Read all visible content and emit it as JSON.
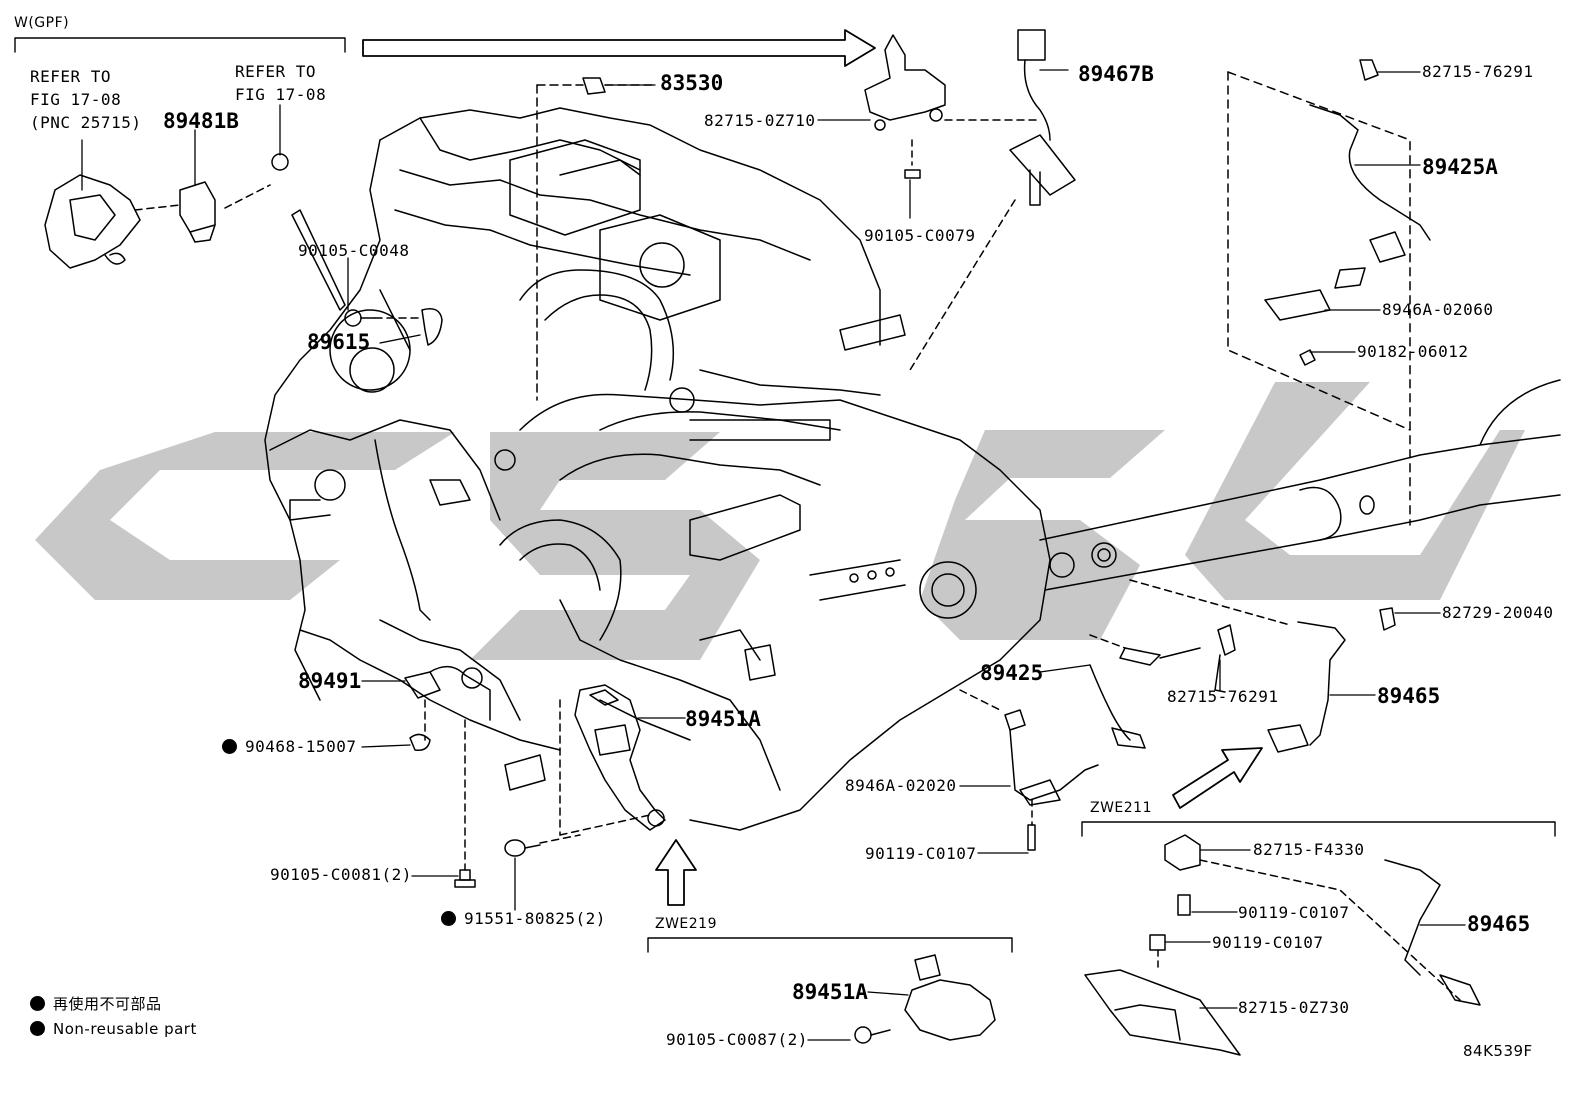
{
  "colors": {
    "line": "#000000",
    "watermark": "#c8c8c8",
    "background": "#ffffff"
  },
  "sections": {
    "gpf": "W(GPF)",
    "zwe219": "ZWE219",
    "zwe211": "ZWE211"
  },
  "refer_notes": {
    "left": [
      "REFER TO",
      "FIG 17-08",
      "(PNC 25715)"
    ],
    "right": [
      "REFER TO",
      "FIG 17-08"
    ]
  },
  "parts": {
    "p89481B": "89481B",
    "p83530": "83530",
    "p82715_0Z710": "82715-0Z710",
    "p89467B": "89467B",
    "p82715_76291_top": "82715-76291",
    "p89425A": "89425A",
    "p90105_C0079": "90105-C0079",
    "p90105_C0048": "90105-C0048",
    "p89615": "89615",
    "p8946A_02060": "8946A-02060",
    "p90182_06012": "90182-06012",
    "p82729_20040": "82729-20040",
    "p89425": "89425",
    "p82715_76291_mid": "82715-76291",
    "p89465_mid": "89465",
    "p89491": "89491",
    "p89451A_main": "89451A",
    "p90468_15007": "90468-15007",
    "p8946A_02020": "8946A-02020",
    "p90119_C0107_a": "90119-C0107",
    "p82715_F4330": "82715-F4330",
    "p90105_C0081": "90105-C0081(2)",
    "p91551_80825": "91551-80825(2)",
    "p90119_C0107_b": "90119-C0107",
    "p90119_C0107_c": "90119-C0107",
    "p89465_bottom": "89465",
    "p89451A_bottom": "89451A",
    "p82715_0Z730": "82715-0Z730",
    "p90105_C0087": "90105-C0087(2)"
  },
  "legend": {
    "japanese": "再使用不可部品",
    "english": "Non-reusable part"
  },
  "figure_code": "84K539F"
}
